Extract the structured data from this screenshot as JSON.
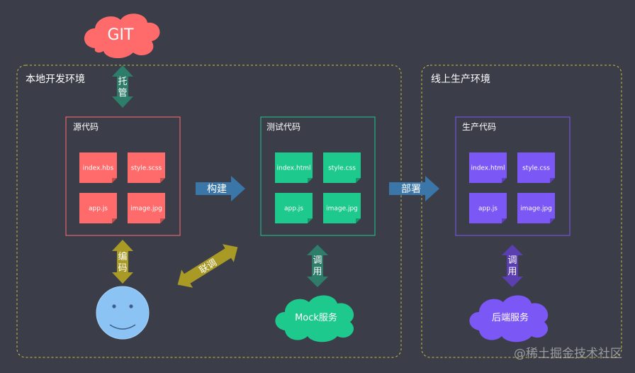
{
  "cloud_git": {
    "label": "GIT",
    "color": "#ff6b6b"
  },
  "env_local": {
    "title": "本地开发环境"
  },
  "env_online": {
    "title": "线上生产环境"
  },
  "source_box": {
    "title": "源代码",
    "border": "#ff6b6b",
    "file_color": "#ff6b6b",
    "files": [
      "index.hbs",
      "style.scss",
      "app.js",
      "image.jpg"
    ]
  },
  "test_box": {
    "title": "测试代码",
    "border": "#1ec98e",
    "file_color": "#1ec98e",
    "files": [
      "index.html",
      "style.css",
      "app.js",
      "image.jpg"
    ]
  },
  "prod_box": {
    "title": "生产代码",
    "border": "#7b57f5",
    "file_color": "#7b57f5",
    "files": [
      "index.html",
      "style.css",
      "app.js",
      "image.jpg"
    ]
  },
  "arrows": {
    "host": "托管",
    "encode": "编码",
    "build": "构建",
    "deploy": "部署",
    "debug": "联调",
    "call_mock": "调用",
    "call_backend": "调用"
  },
  "cloud_mock": {
    "label": "Mock服务",
    "color": "#1ec98e"
  },
  "cloud_backend": {
    "label": "后端服务",
    "color": "#7b57f5"
  },
  "watermark": "@稀土掘金技术社区",
  "colors": {
    "background": "#3b3d48",
    "dashed": "#c9c23a",
    "host_arrow": "#2e7d6b",
    "build_arrow": "#3a77a8",
    "encode_arrow": "#a89a24",
    "mock_arrow": "#2e7d6b",
    "backend_arrow": "#5b3fb0",
    "face": "#8cc3f5"
  }
}
